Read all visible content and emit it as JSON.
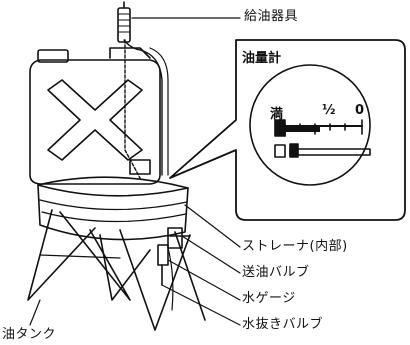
{
  "labels": {
    "oil_feeder": "給油器具",
    "strainer": "ストレーナ(内部)",
    "feed_valve": "送油バルブ",
    "water_gauge": "水ゲージ",
    "drain_valve": "水抜きバルブ",
    "oil_tank": "油タンク"
  },
  "gauge": {
    "title": "油量計",
    "full": "満",
    "half": "½",
    "empty": "0"
  }
}
